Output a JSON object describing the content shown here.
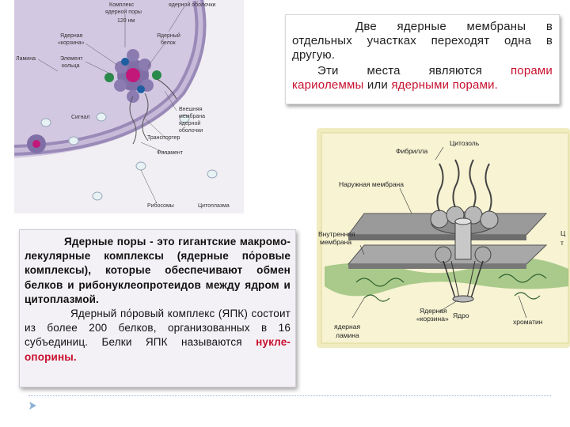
{
  "fig1": {
    "labels": {
      "complex": "Комплекс",
      "complex2": "ядерной поры",
      "size": "120 нм",
      "envelope": "ядерной оболочки",
      "basket": "Ядерная",
      "basket2": "«корзина»",
      "nuclear_protein": "Ядерный",
      "nuclear_protein2": "белок",
      "lamina": "Ламина",
      "ring": "Элемент",
      "ring2": "кольца",
      "outer": "Внешняя",
      "outer2": "мембрана",
      "outer3": "ядерной",
      "outer4": "оболочки",
      "signal": "Сигнал",
      "transporter": "Транспортер",
      "filament": "Филамент",
      "ribosomes": "Рибосомы",
      "cytoplasm": "Цитоплазма"
    }
  },
  "box1": {
    "line1": "Две ядерные мембраны в отдельных участках переходят одна в другую.",
    "line2_a": "Эти места являются ",
    "line2_b": "порами кариолеммы",
    "line2_c": " или ",
    "line2_d": "ядерными порами."
  },
  "box2": {
    "p1_a": "Ядерные поры",
    "p1_b": " - это гигантские макромо-лекулярные комплексы (ядерные по́ровые комплексы), которые обеспечивают обмен белков и рибонуклеопротеидов между ядром и цитоплазмой.",
    "p2": "Ядерный по́ровый комплекс (ЯПК) состоит из более 200 белков, организованных в 16 субъединиц. Белки ЯПК называются ",
    "p2_red": "нукле-опорины."
  },
  "fig2": {
    "labels": {
      "cytosol": "Цитозоль",
      "fibril": "Фибрилла",
      "outer_membrane": "Наружная мембрана",
      "inner1": "Внутренняя",
      "inner2": "мембрана",
      "basket1": "Ядерная",
      "basket2": "«корзина»",
      "nucleus": "Ядро",
      "chromatin": "хроматин",
      "lamina1": "ядерная",
      "lamina2": "ламина",
      "cut1": "Ц",
      "cut2": "т"
    }
  }
}
